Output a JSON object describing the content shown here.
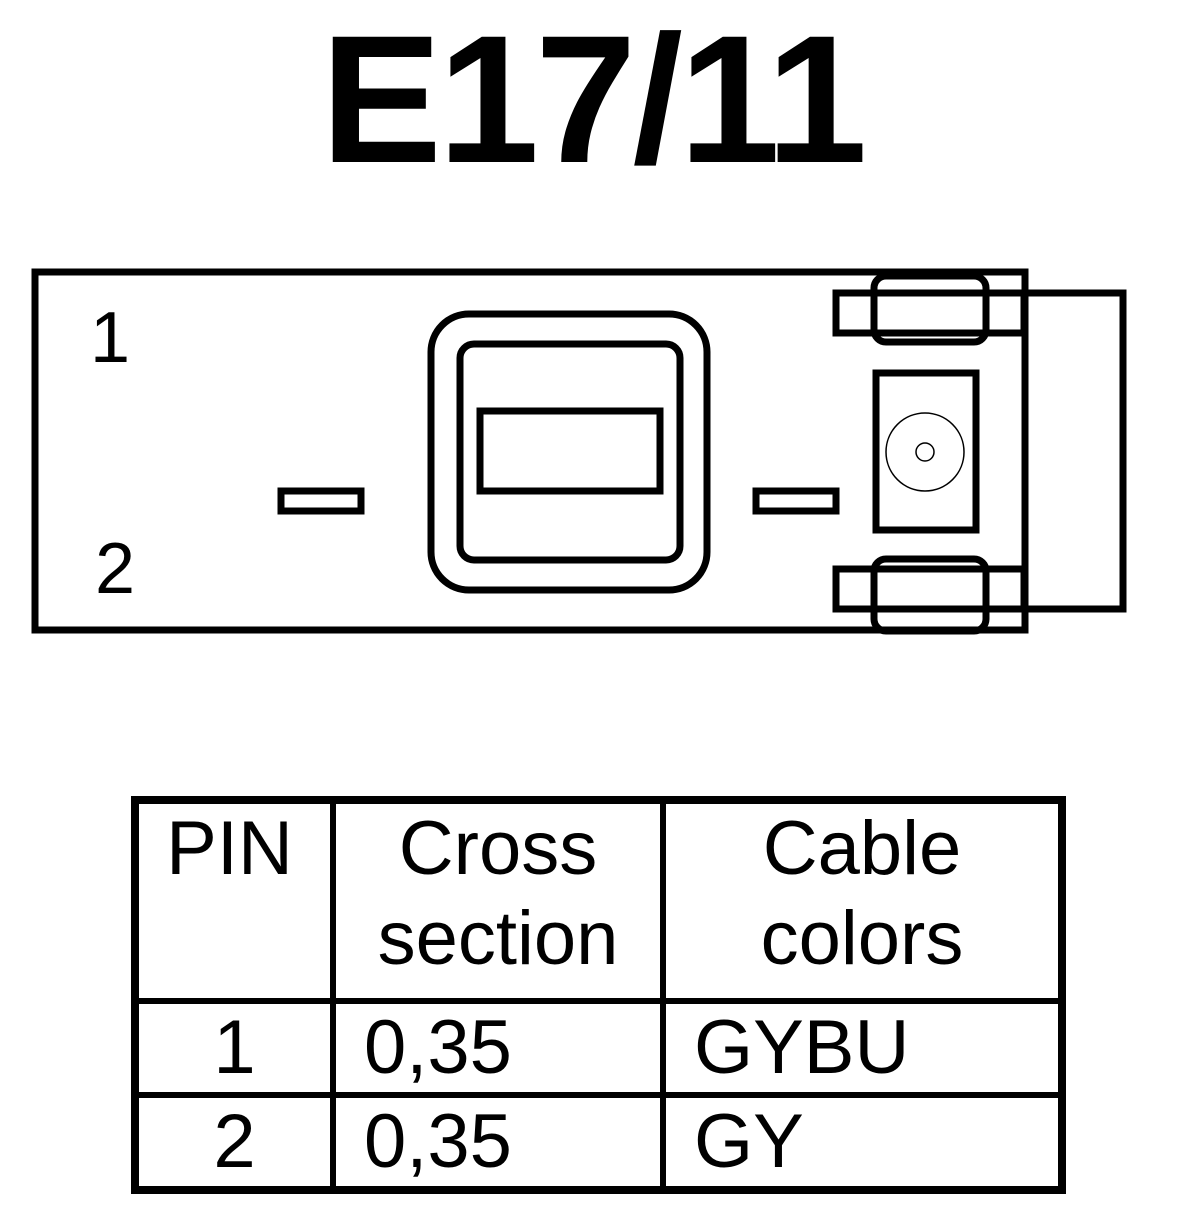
{
  "title": "E17/11",
  "connector": {
    "pin_labels": [
      "1",
      "2"
    ]
  },
  "table": {
    "headers": {
      "pin": [
        "PIN"
      ],
      "cross_section": [
        "Cross",
        "section"
      ],
      "cable_colors": [
        "Cable",
        "colors"
      ]
    },
    "rows": [
      {
        "pin": "1",
        "cross_section": "0,35",
        "cable_color": "GYBU"
      },
      {
        "pin": "2",
        "cross_section": "0,35",
        "cable_color": "GY"
      }
    ]
  }
}
